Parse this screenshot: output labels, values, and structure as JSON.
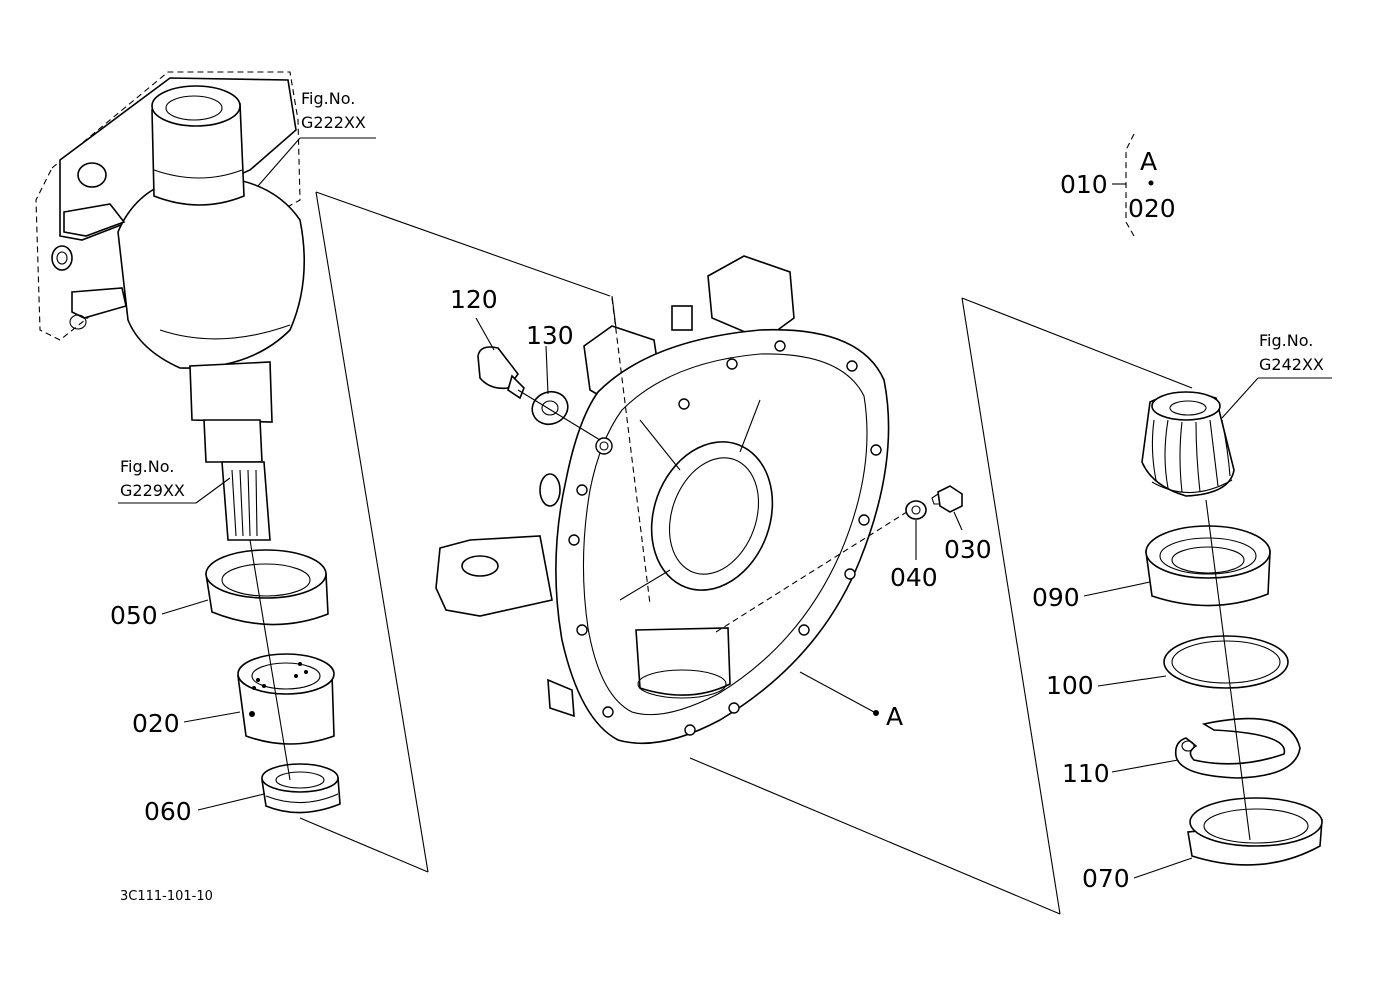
{
  "figure_refs": {
    "upper_left": {
      "line1": "Fig.No.",
      "line2": "G222XX"
    },
    "left_shaft": {
      "line1": "Fig.No.",
      "line2": "G229XX"
    },
    "right_gear": {
      "line1": "Fig.No.",
      "line2": "G242XX"
    }
  },
  "callouts": {
    "p120": "120",
    "p130": "130",
    "p040": "040",
    "p030": "030",
    "p050": "050",
    "p020": "020",
    "p060": "060",
    "p090": "090",
    "p100": "100",
    "p110": "110",
    "p070": "070",
    "pA": "A"
  },
  "legend": {
    "assembly": "010",
    "group": "A",
    "member": "020"
  },
  "drawing_code": "3C111-101-10"
}
